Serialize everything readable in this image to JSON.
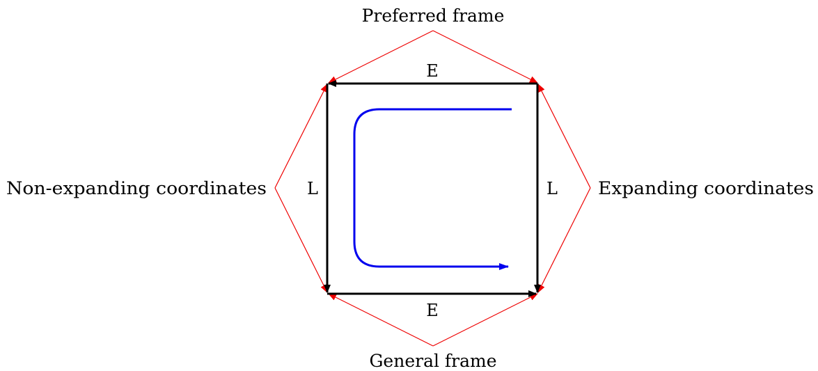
{
  "labels": {
    "top": "Preferred frame",
    "bottom": "General frame",
    "left": "Non-expanding coordinates",
    "right": "Expanding coordinates"
  },
  "edges": {
    "top": "E",
    "bottom": "E",
    "left": "L",
    "right": "L"
  },
  "colors": {
    "square_edges": "#000000",
    "outer_edges": "#ee0000",
    "curve": "#0000ee"
  }
}
